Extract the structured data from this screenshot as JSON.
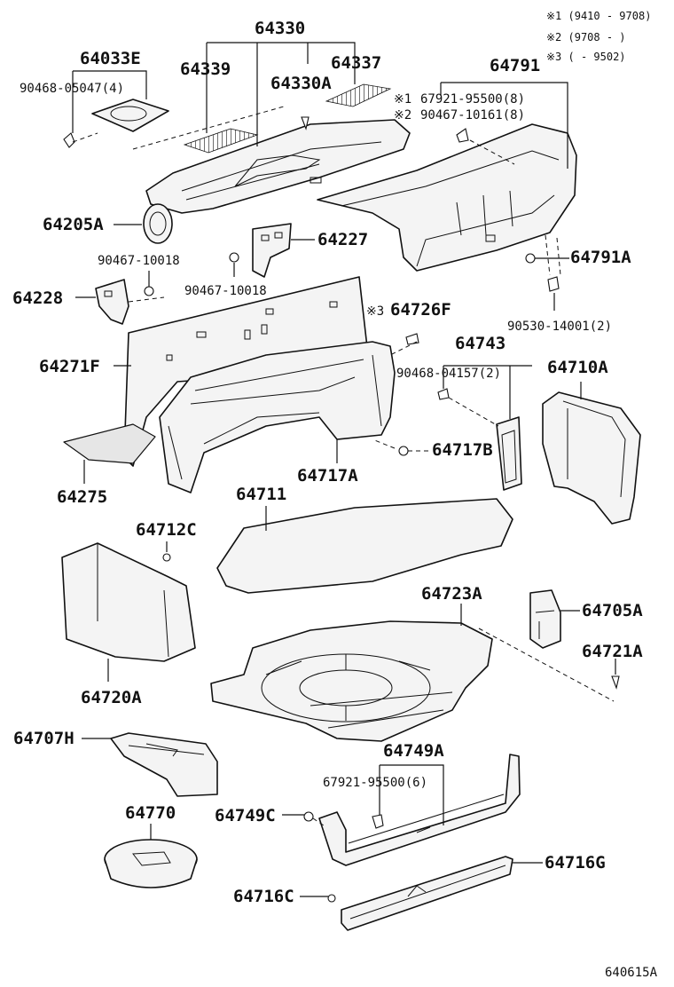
{
  "notes": {
    "n1": "※1 (9410 - 9708)",
    "n2": "※2 (9708 -       )",
    "n3": "※3 (       - 9502)"
  },
  "labels": {
    "p64330": "64330",
    "p64033E": "64033E",
    "p90468_05047": "90468-05047(4)",
    "p64339": "64339",
    "p64330A": "64330A",
    "p64337": "64337",
    "p64791": "64791",
    "p67921_95500_8": "67921-95500(8)",
    "p90467_10161": "90467-10161(8)",
    "x1": "※1",
    "x2": "※2",
    "p64205A": "64205A",
    "p64227": "64227",
    "p64791A": "64791A",
    "p90467_10018_a": "90467-10018",
    "p90467_10018_b": "90467-10018",
    "p90530_14001": "90530-14001(2)",
    "p64228": "64228",
    "x3": "※3",
    "p64726F": "64726F",
    "p64743": "64743",
    "p90468_04157": "90468-04157(2)",
    "p64710A": "64710A",
    "p64271F": "64271F",
    "p64717B": "64717B",
    "p64275": "64275",
    "p64717A": "64717A",
    "p64711": "64711",
    "p64712C": "64712C",
    "p64723A": "64723A",
    "p64705A": "64705A",
    "p64721A": "64721A",
    "p64720A": "64720A",
    "p64707H": "64707H",
    "p64749A": "64749A",
    "p67921_95500_6": "67921-95500(6)",
    "p64770": "64770",
    "p64749C": "64749C",
    "p64716G": "64716G",
    "p64716C": "64716C"
  },
  "figure_id": "640615A"
}
